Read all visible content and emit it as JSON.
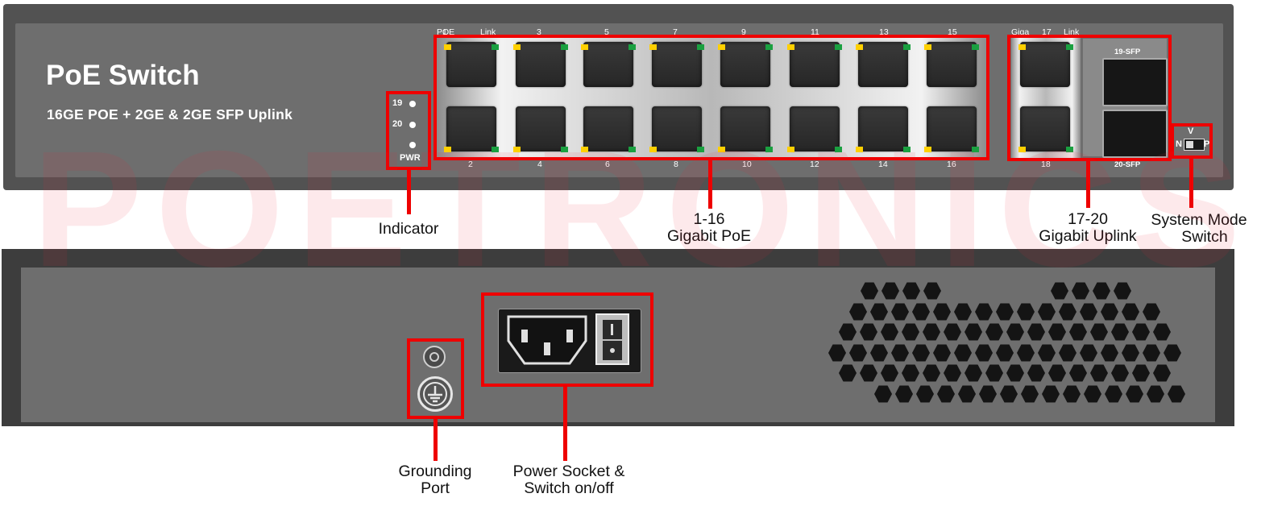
{
  "front_panel": {
    "title": "PoE Switch",
    "subtitle": "16GE POE + 2GE & 2GE SFP Uplink",
    "poe_label": "POE",
    "link_label": "Link",
    "giga_label": "Giga",
    "port_numbers_top": [
      "1",
      "3",
      "5",
      "7",
      "9",
      "11",
      "13",
      "15"
    ],
    "port_numbers_bottom": [
      "2",
      "4",
      "6",
      "8",
      "10",
      "12",
      "14",
      "16"
    ],
    "uplink_top": "17",
    "uplink_bottom": "18",
    "sfp_top": "19-SFP",
    "sfp_bottom": "20-SFP",
    "indicators": [
      "19",
      "20"
    ],
    "pwr_label": "PWR",
    "mode_switch": {
      "top": "V",
      "left": "N",
      "right": "P"
    }
  },
  "watermark": "POETRONICS",
  "callouts": {
    "indicator": "Indicator",
    "poe_ports_line1": "1-16",
    "poe_ports_line2": "Gigabit PoE",
    "uplink_line1": "17-20",
    "uplink_line2": "Gigabit Uplink",
    "mode_line1": "System Mode",
    "mode_line2": "Switch",
    "grounding_line1": "Grounding",
    "grounding_line2": "Port",
    "power_line1": "Power Socket &",
    "power_line2": "Switch on/off"
  },
  "colors": {
    "highlight": "#ee0000",
    "led_yellow": "#ffd000",
    "led_green": "#1aa040",
    "chassis": "#6e6e6e"
  }
}
